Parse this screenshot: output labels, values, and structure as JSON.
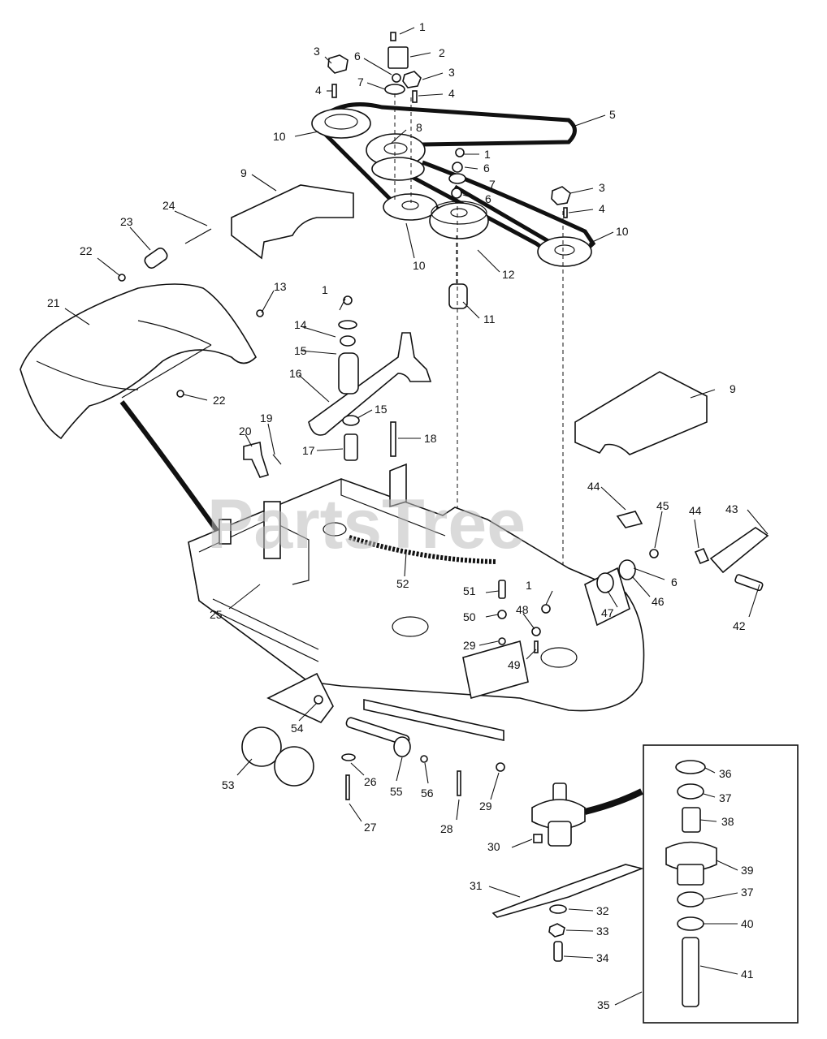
{
  "watermark": "PartsTree",
  "labels": [
    "1",
    "2",
    "3",
    "6",
    "7",
    "3",
    "4",
    "4",
    "5",
    "8",
    "10",
    "1",
    "6",
    "7",
    "6",
    "3",
    "4",
    "10",
    "9",
    "10",
    "12",
    "24",
    "23",
    "22",
    "21",
    "13",
    "1",
    "11",
    "14",
    "15",
    "16",
    "22",
    "15",
    "18",
    "20",
    "19",
    "17",
    "9",
    "44",
    "45",
    "43",
    "44",
    "6",
    "46",
    "47",
    "42",
    "1",
    "48",
    "49",
    "51",
    "50",
    "29",
    "52",
    "25",
    "54",
    "53",
    "26",
    "55",
    "56",
    "28",
    "29",
    "27",
    "36",
    "37",
    "38",
    "30",
    "39",
    "31",
    "37",
    "32",
    "40",
    "33",
    "34",
    "41",
    "35"
  ],
  "colors": {
    "ink": "#111111",
    "paper": "#ffffff",
    "watermark": "#bdbdbd"
  }
}
